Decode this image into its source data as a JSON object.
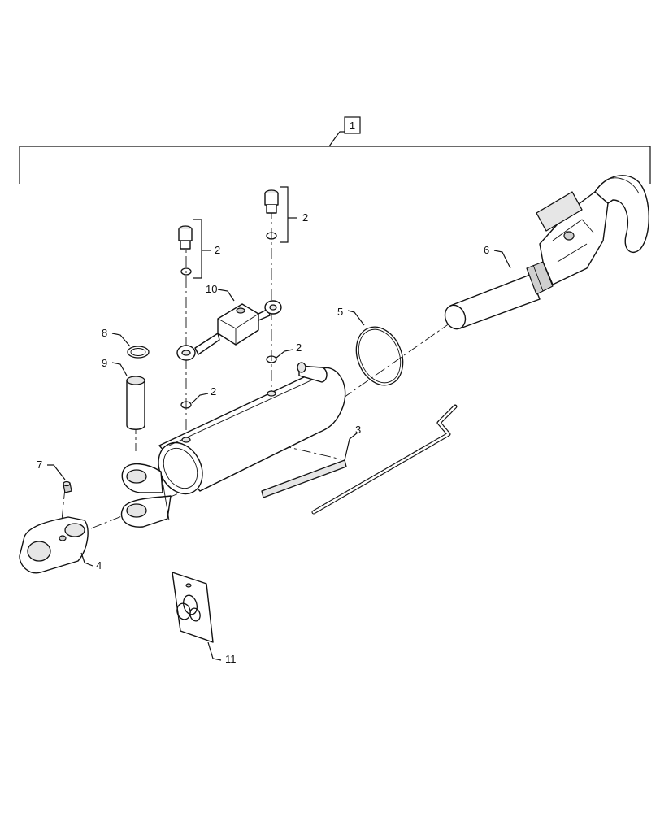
{
  "diagram": {
    "assembly_label": "1",
    "callouts": {
      "seal_kit_1": "2",
      "seal_kit_2": "2",
      "seal_kit_3": "2",
      "seal_kit_4": "2",
      "decal": "3",
      "clevis": "4",
      "o_ring_large": "5",
      "hook_assembly": "6",
      "grease_fitting": "7",
      "retaining_ring": "8",
      "pin": "9",
      "valve": "10",
      "seal_bag": "11"
    }
  }
}
